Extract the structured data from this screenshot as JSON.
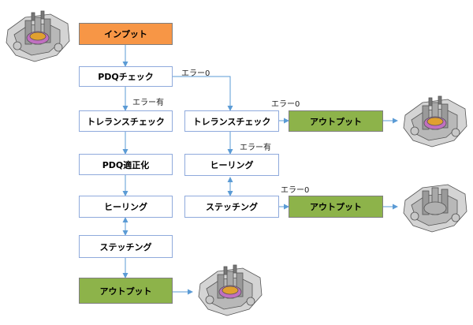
{
  "nodes": {
    "input": "インプット",
    "pdq_check": "PDQチェック",
    "tol_check_left": "トレランスチェック",
    "tol_check_right": "トレランスチェック",
    "pdq_fix": "PDQ適正化",
    "healing_left": "ヒーリング",
    "healing_right": "ヒーリング",
    "stitching_left": "ステッチング",
    "stitching_right": "ステッチング",
    "output_1": "アウトプット",
    "output_2": "アウトプット",
    "output_3": "アウトプット"
  },
  "edge_labels": {
    "error_zero_1": "エラー0",
    "error_exists_1": "エラー有",
    "error_zero_2": "エラー0",
    "error_exists_2": "エラー有",
    "error_zero_3": "エラー0"
  },
  "colors": {
    "input_fill": "#f79646",
    "output_fill": "#8db34a",
    "connector": "#5b9bd5"
  },
  "icons": [
    "engine-part-image"
  ]
}
